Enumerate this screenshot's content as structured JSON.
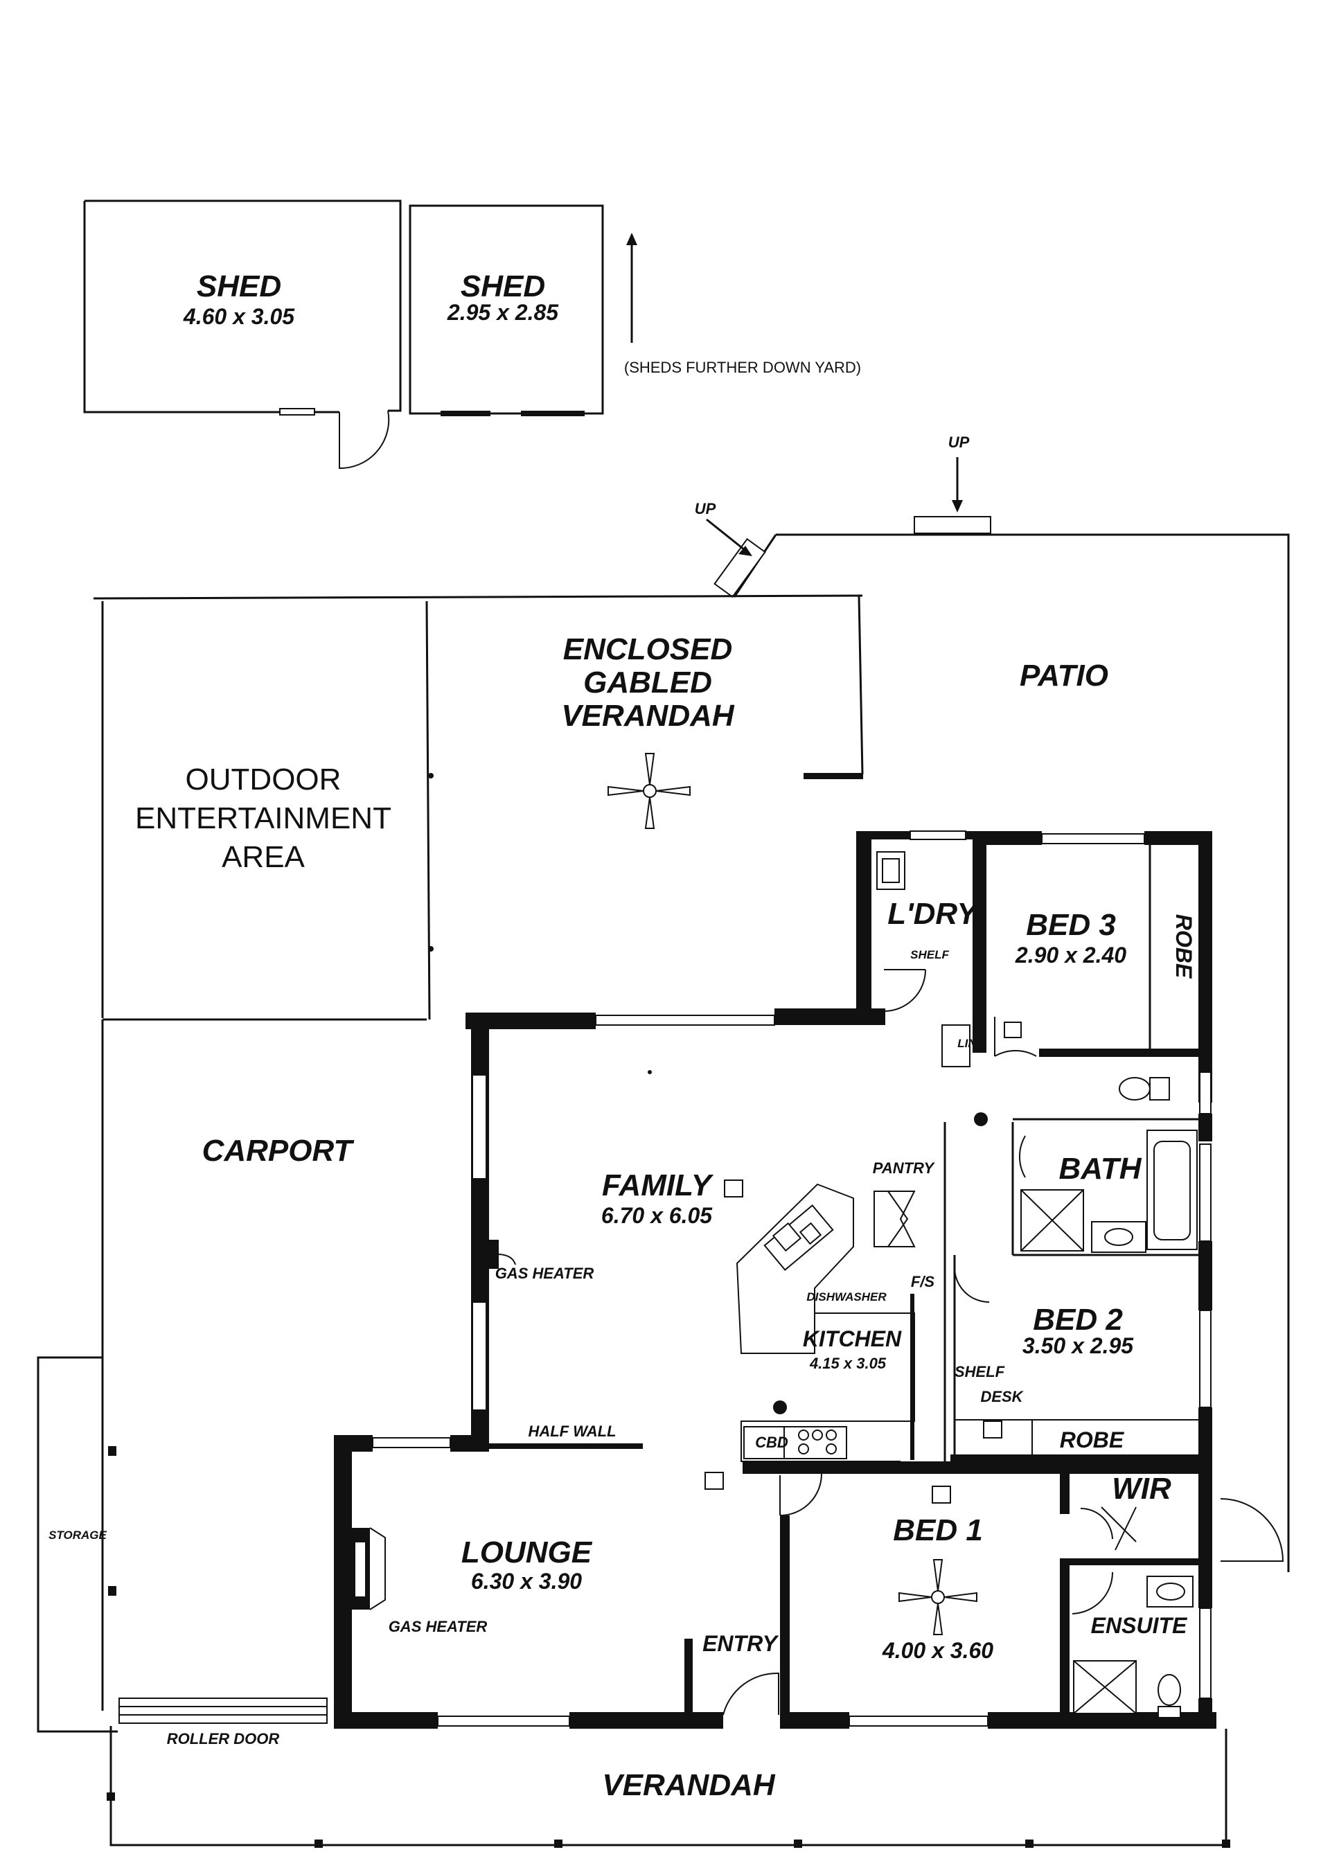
{
  "rooms": {
    "shed_large": {
      "name": "SHED",
      "size": "4.60 x 3.05"
    },
    "shed_small": {
      "name": "SHED",
      "size": "2.95 x 2.85"
    },
    "sheds_note": "(SHEDS FURTHER DOWN YARD)",
    "up_top": "UP",
    "up_left": "UP",
    "patio": "PATIO",
    "enclosed_verandah": [
      "ENCLOSED",
      "GABLED",
      "VERANDAH"
    ],
    "outdoor_area": [
      "OUTDOOR",
      "ENTERTAINMENT",
      "AREA"
    ],
    "laundry": "L'DRY",
    "shelf_laundry": "SHELF",
    "linen": "LIN",
    "bed3": {
      "name": "BED 3",
      "size": "2.90 x 2.40",
      "robe": "ROBE"
    },
    "carport": "CARPORT",
    "family": {
      "name": "FAMILY",
      "size": "6.70 x 6.05"
    },
    "pantry": "PANTRY",
    "bath": "BATH",
    "dishwasher": "DISHWASHER",
    "fs": "F/S",
    "gas_heater_family": "GAS HEATER",
    "kitchen": {
      "name": "KITCHEN",
      "size": "4.15 x 3.05"
    },
    "bed2": {
      "name": "BED 2",
      "size": "3.50 x 2.95",
      "robe": "ROBE"
    },
    "shelf_bed2": "SHELF",
    "desk": "DESK",
    "half_wall": "HALF WALL",
    "cbd": "CBD",
    "wir": "WIR",
    "storage": "STORAGE",
    "lounge": {
      "name": "LOUNGE",
      "size": "6.30 x 3.90"
    },
    "bed1": {
      "name": "BED 1",
      "size": "4.00 x 3.60"
    },
    "gas_heater_lounge": "GAS HEATER",
    "entry": "ENTRY",
    "ensuite": "ENSUITE",
    "roller_door": "ROLLER DOOR",
    "verandah": "VERANDAH"
  }
}
